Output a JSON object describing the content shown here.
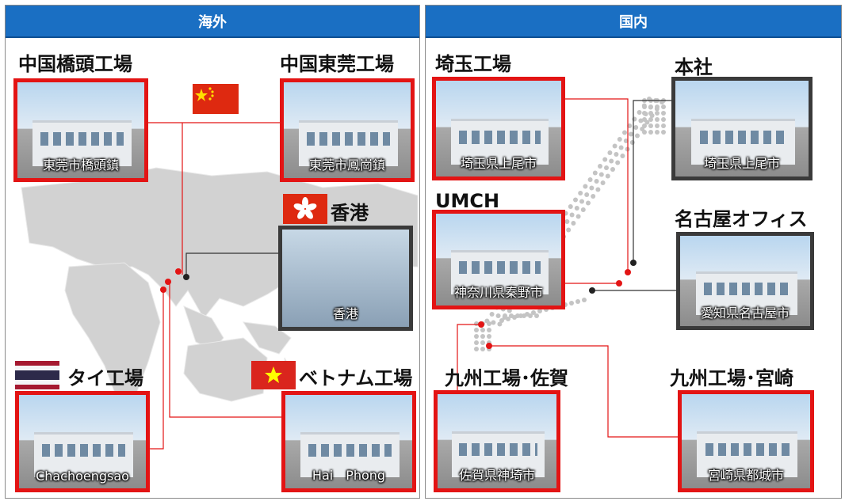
{
  "overseas": {
    "header": "海外",
    "sites": [
      {
        "key": "qiaotou",
        "label": "中国橋頭工場",
        "caption": "東莞市橋頭鎮"
      },
      {
        "key": "dongguan",
        "label": "中国東莞工場",
        "caption": "東莞市鳳崗鎮"
      },
      {
        "key": "hongkong",
        "label": "香港",
        "caption": "香港"
      },
      {
        "key": "thailand",
        "label": "タイ工場",
        "caption": "Chachoengsao"
      },
      {
        "key": "vietnam",
        "label": "ベトナム工場",
        "caption": "Hai　Phong"
      }
    ],
    "flags": [
      {
        "name": "china-flag-icon"
      },
      {
        "name": "hongkong-flag-icon"
      },
      {
        "name": "thailand-flag-icon"
      },
      {
        "name": "vietnam-flag-icon"
      }
    ]
  },
  "domestic": {
    "header": "国内",
    "sites": [
      {
        "key": "saitama",
        "label": "埼玉工場",
        "caption": "埼玉県上尾市"
      },
      {
        "key": "honsha",
        "label": "本社",
        "caption": "埼玉県上尾市"
      },
      {
        "key": "umch",
        "label": "UMCH",
        "caption": "神奈川県秦野市"
      },
      {
        "key": "nagoya",
        "label": "名古屋オフィス",
        "caption": "愛知県名古屋市"
      },
      {
        "key": "saga",
        "label": "九州工場･佐賀",
        "caption": "佐賀県神埼市"
      },
      {
        "key": "miyazaki",
        "label": "九州工場･宮崎",
        "caption": "宮崎県都城市"
      }
    ]
  },
  "colors": {
    "header_blue": "#1a6fc3",
    "frame_red": "#e31414",
    "frame_dark": "#3a3a3a",
    "map_gray": "#cfcfcf"
  }
}
